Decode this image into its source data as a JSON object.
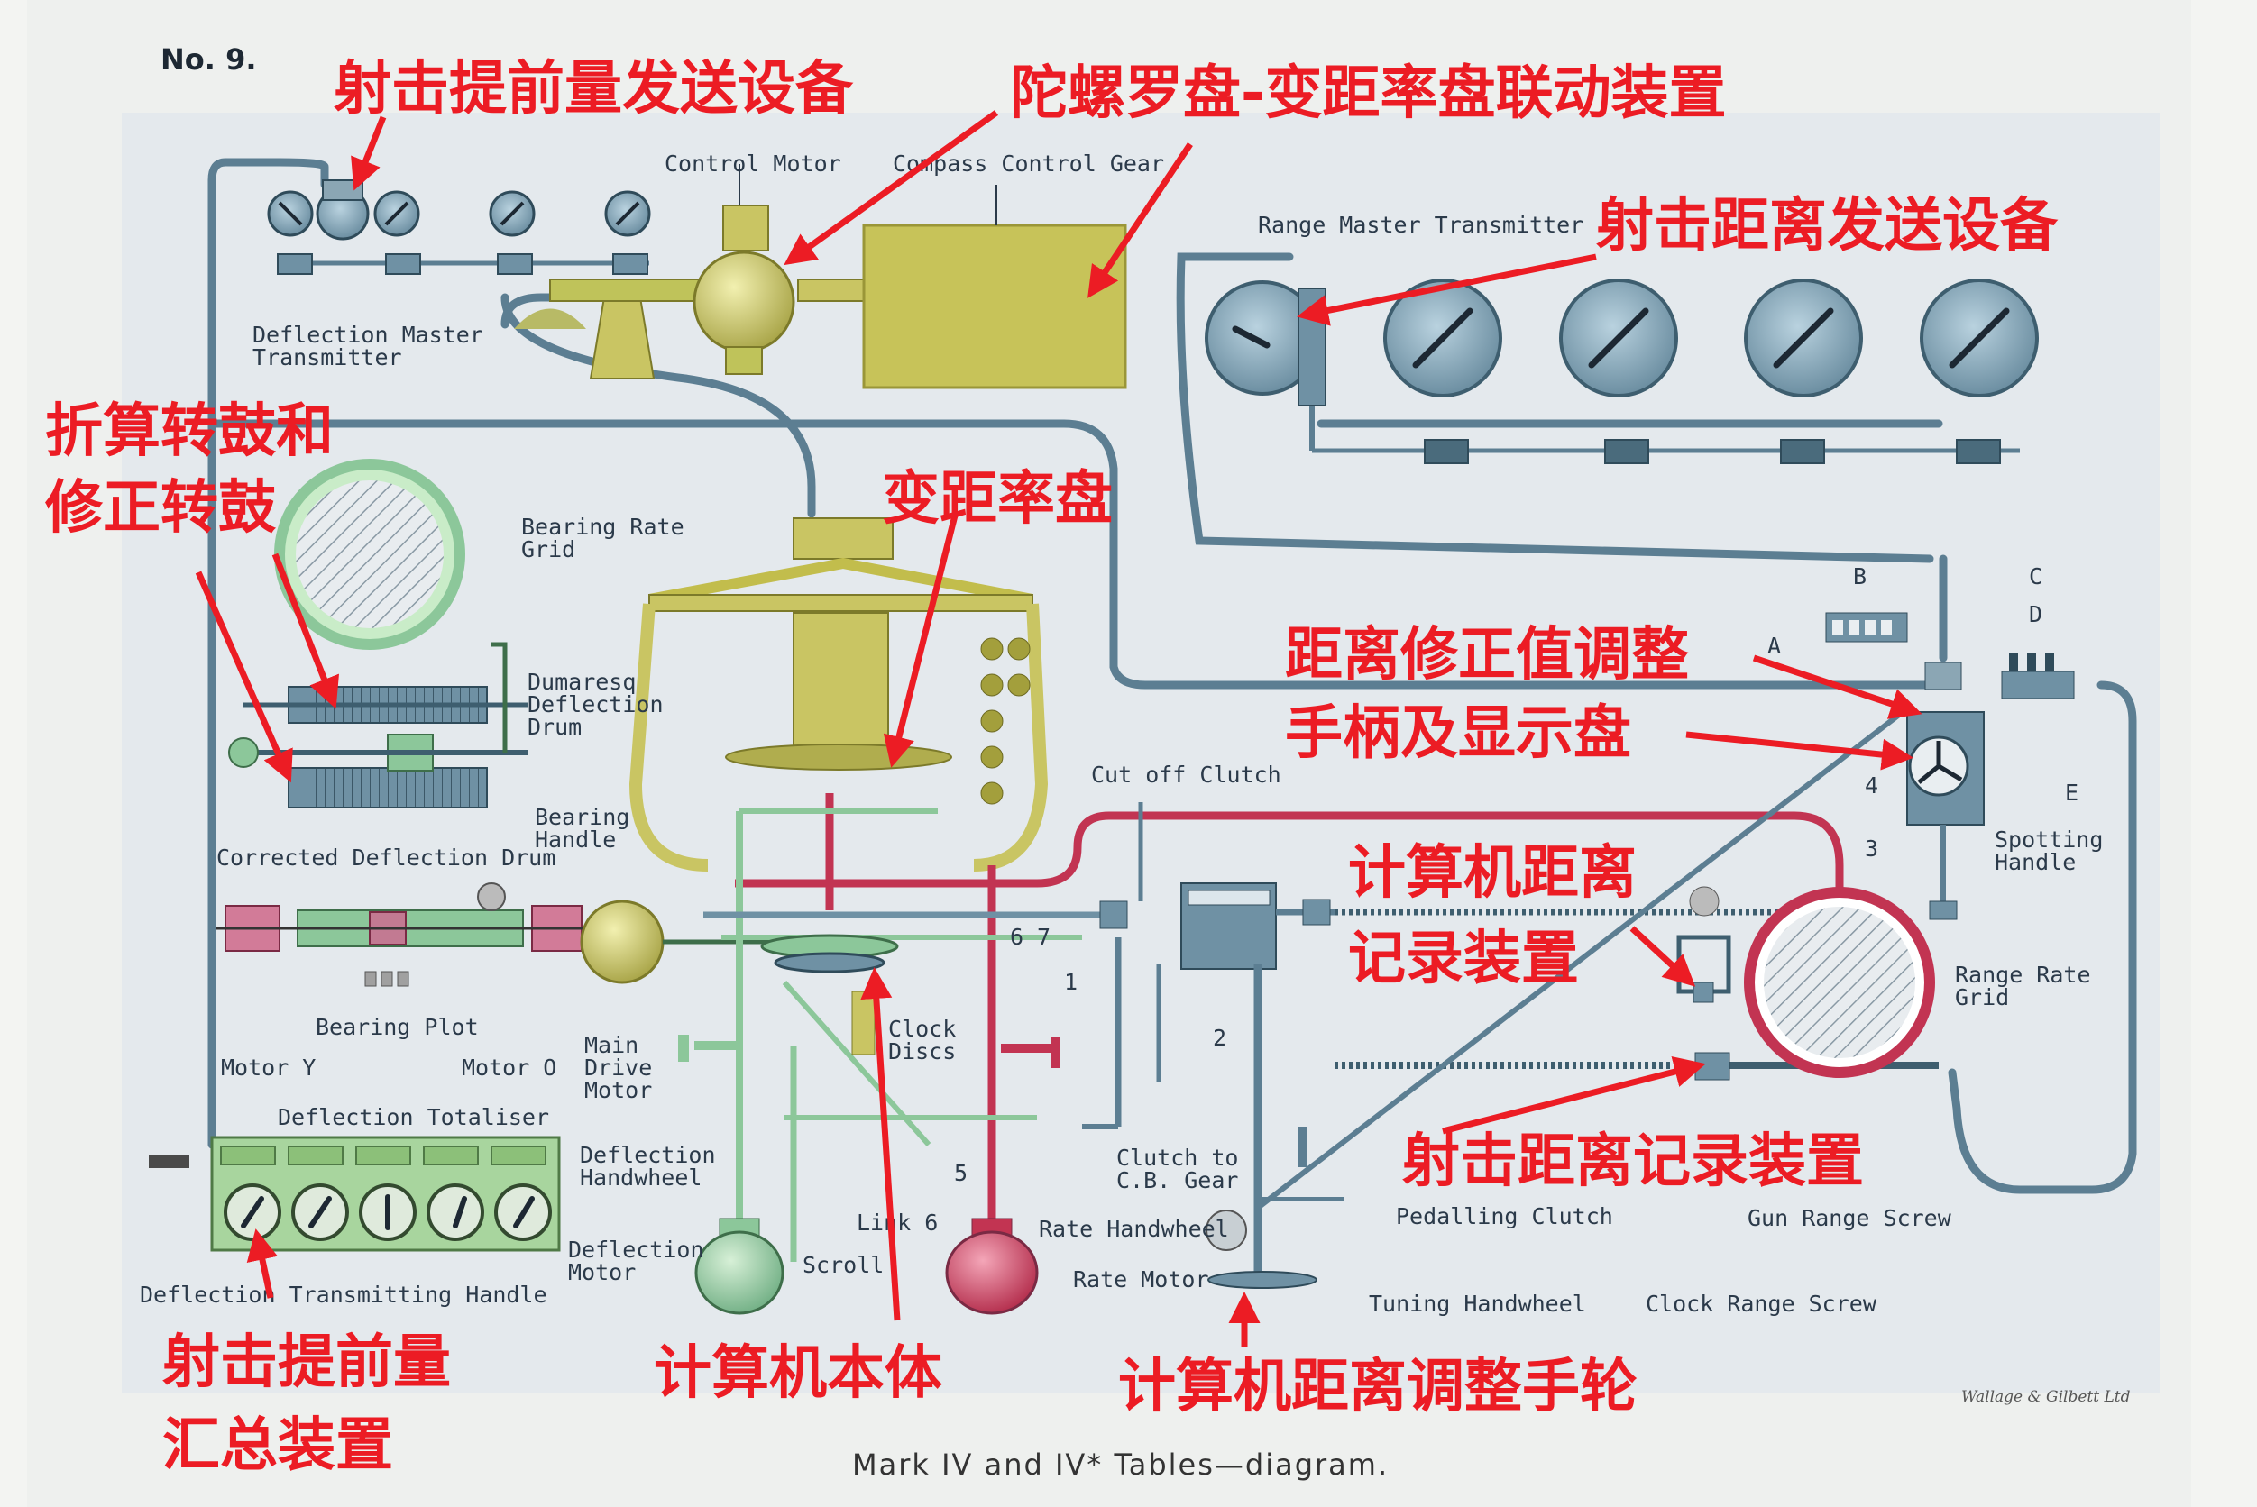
{
  "plate_number": "No. 9.",
  "caption": "Mark IV and IV* Tables—diagram.",
  "printer": "Wallage & Gilbett Ltd",
  "colors": {
    "paper": "#e7ebef",
    "pipe": "#5c7e92",
    "red": "#c23452",
    "olive": "#c9c563",
    "blue_grey": "#6f91a4",
    "green": "#8cc79a",
    "annotation": "#ec1c24"
  },
  "labels": {
    "control_motor": "Control Motor",
    "compass_control_gear": "Compass Control Gear",
    "deflection_master_transmitter_1": "Deflection Master",
    "deflection_master_transmitter_2": "Transmitter",
    "range_master_transmitter": "Range Master Transmitter",
    "bearing_rate_grid_1": "Bearing Rate",
    "bearing_rate_grid_2": "Grid",
    "dumaresq_1": "Dumaresq",
    "dumaresq_2": "Deflection",
    "dumaresq_3": "Drum",
    "bearing_handle_1": "Bearing",
    "bearing_handle_2": "Handle",
    "corrected_deflection_drum": "Corrected Deflection Drum",
    "bearing_plot": "Bearing Plot",
    "motor_y": "Motor Y",
    "motor_o": "Motor O",
    "main_drive_1": "Main",
    "main_drive_2": "Drive",
    "main_drive_3": "Motor",
    "deflection_totaliser": "Deflection Totaliser",
    "deflection_handwheel_1": "Deflection",
    "deflection_handwheel_2": "Handwheel",
    "deflection_motor_1": "Deflection",
    "deflection_motor_2": "Motor",
    "deflection_transmitting_handle": "Deflection Transmitting Handle",
    "scroll": "Scroll",
    "link_6": "Link 6",
    "clock_discs_1": "Clock",
    "clock_discs_2": "Discs",
    "rate_handwheel": "Rate Handwheel",
    "rate_motor": "Rate Motor",
    "cut_off_clutch": "Cut off Clutch",
    "clutch_to_cb_1": "Clutch to",
    "clutch_to_cb_2": "C.B. Gear",
    "pedalling_clutch": "Pedalling Clutch",
    "tuning_handwheel": "Tuning Handwheel",
    "gun_range_screw": "Gun Range Screw",
    "clock_range_screw": "Clock Range Screw",
    "range_rate_grid_1": "Range Rate",
    "range_rate_grid_2": "Grid",
    "spotting_handle_1": "Spotting",
    "spotting_handle_2": "Handle",
    "letter_a": "A",
    "letter_b": "B",
    "letter_c": "C",
    "letter_d": "D",
    "letter_e": "E",
    "num_1": "1",
    "num_2": "2",
    "num_3": "3",
    "num_4": "4",
    "num_5": "5",
    "num_6": "6",
    "num_7": "7"
  },
  "annotations": {
    "deflection_send": "射击提前量发送设备",
    "gyro_link": "陀螺罗盘-变距率盘联动装置",
    "range_send": "射击距离发送设备",
    "drums_1": "折算转鼓和",
    "drums_2": "修正转鼓",
    "rate_disc": "变距率盘",
    "correction_1": "距离修正值调整",
    "correction_2": "手柄及显示盘",
    "computer_record_1": "计算机距离",
    "computer_record_2": "记录装置",
    "gun_record": "射击距离记录装置",
    "totaliser_1": "射击提前量",
    "totaliser_2": "汇总装置",
    "computer_body": "计算机本体",
    "computer_wheel": "计算机距离调整手轮"
  }
}
